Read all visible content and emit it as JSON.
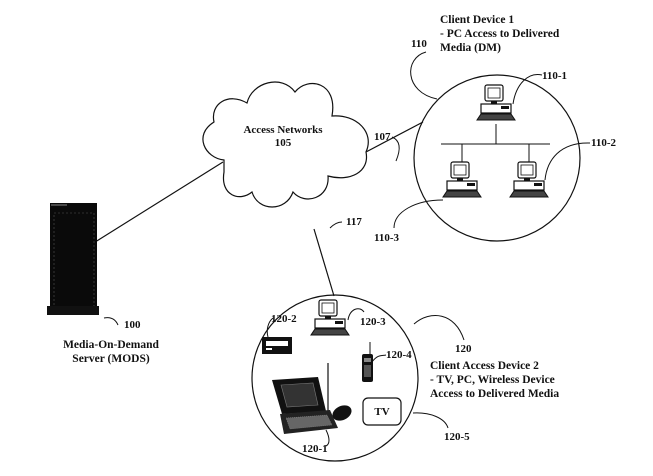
{
  "diagram": {
    "title": "Media-On-Demand delivery system",
    "nodes": {
      "server": {
        "ref": "100",
        "label_lines": [
          "Media-On-Demand",
          "Server (MODS)"
        ]
      },
      "network": {
        "ref": "105",
        "label": "Access Networks"
      },
      "client1": {
        "ref": "110",
        "label_lines": [
          "Client Device 1",
          "- PC Access to Delivered",
          "Media (DM)"
        ],
        "devices": [
          {
            "ref": "110-1",
            "type": "pc"
          },
          {
            "ref": "110-2",
            "type": "pc"
          },
          {
            "ref": "110-3",
            "type": "pc"
          }
        ]
      },
      "client2": {
        "ref": "120",
        "label_lines": [
          "Client Access Device 2",
          "- TV, PC, Wireless Device",
          "Access to Delivered Media"
        ],
        "devices": [
          {
            "ref": "120-1",
            "type": "laptop"
          },
          {
            "ref": "120-2",
            "type": "set-top-box"
          },
          {
            "ref": "120-3",
            "type": "pc"
          },
          {
            "ref": "120-4",
            "type": "wireless-phone"
          },
          {
            "ref": "120-5",
            "type": "tv",
            "text": "TV"
          }
        ]
      }
    },
    "links": [
      {
        "from": "server",
        "to": "network"
      },
      {
        "from": "network",
        "to": "client1",
        "ref": "107"
      },
      {
        "from": "network",
        "to": "client2",
        "ref": "117"
      }
    ]
  }
}
